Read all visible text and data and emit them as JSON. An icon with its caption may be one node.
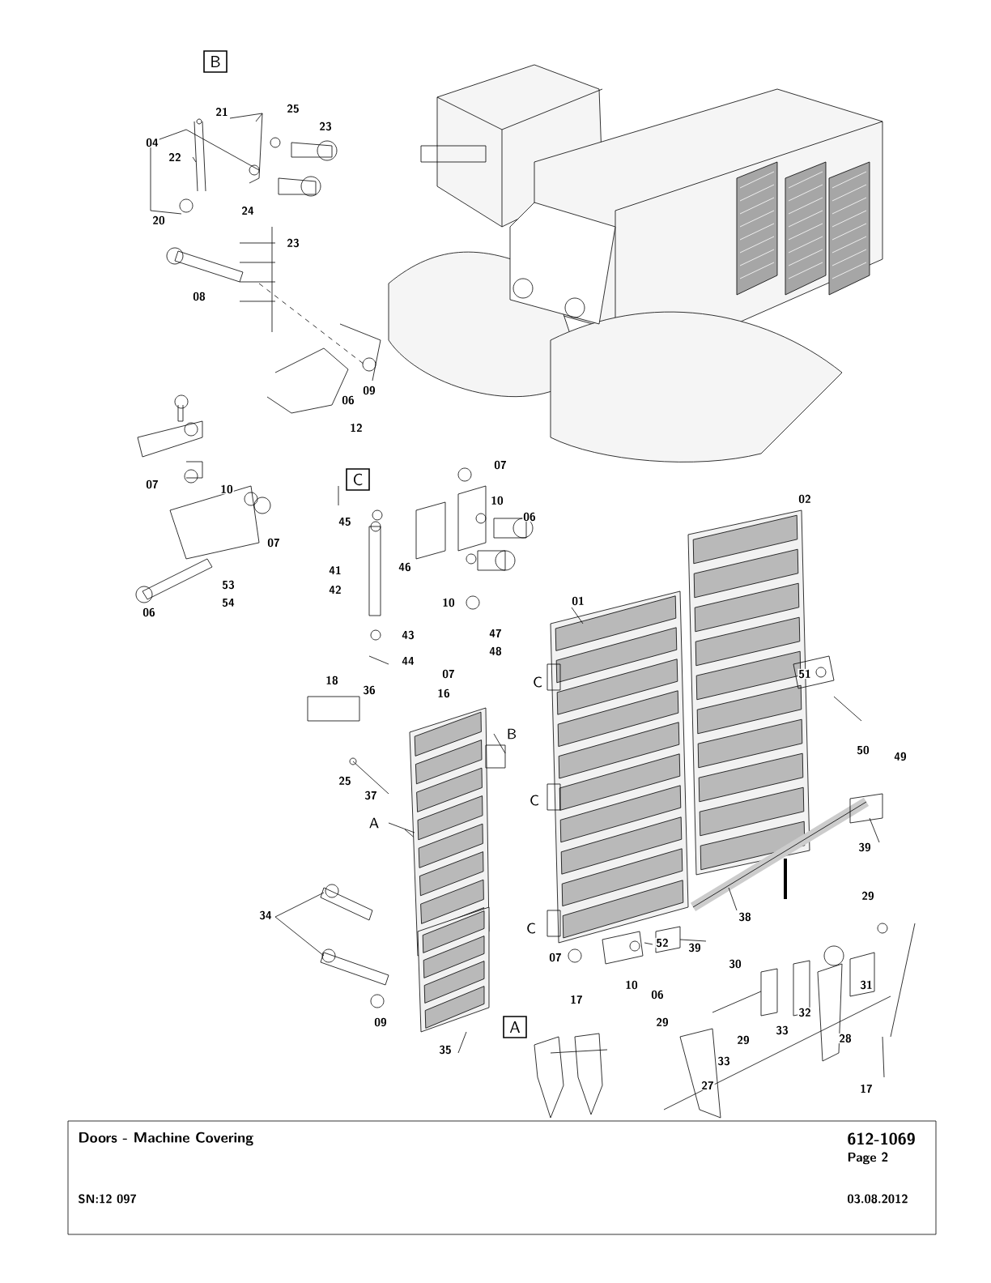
{
  "diagram": {
    "title": "Doors - Machine Covering",
    "nodes": [
      {
        "text": [
          "B"
        ]
      },
      {
        "text": [
          "C"
        ]
      },
      {
        "text": [
          "A"
        ]
      }
    ],
    "edges": [],
    "labels": [
      "04",
      "22",
      "21",
      "25",
      "23",
      "20",
      "24",
      "23",
      "08",
      "09",
      "06",
      "12",
      "07",
      "10",
      "07",
      "53",
      "54",
      "06",
      "45",
      "41",
      "42",
      "46",
      "43",
      "44",
      "18",
      "36",
      "16",
      "B",
      "25",
      "37",
      "A",
      "07",
      "10",
      "06",
      "10",
      "47",
      "48",
      "07",
      "02",
      "01",
      "C",
      "C",
      "C",
      "51",
      "50",
      "49",
      "39",
      "38",
      "52",
      "39",
      "07",
      "10",
      "06",
      "29",
      "30",
      "31",
      "32",
      "33",
      "28",
      "29",
      "29",
      "33",
      "27",
      "17",
      "17",
      "34",
      "09",
      "35",
      "612-1069",
      "Page 2",
      "SN:12 097",
      "03.08.2012"
    ]
  }
}
